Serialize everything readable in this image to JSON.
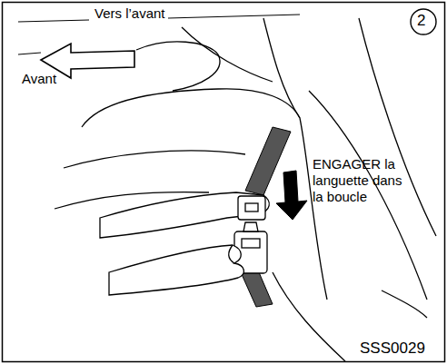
{
  "diagram": {
    "labels": [
      "Vers l’avant",
      "Avant",
      "ENGAGER la languette dans la boucle",
      "2",
      "SSS0029"
    ]
  }
}
